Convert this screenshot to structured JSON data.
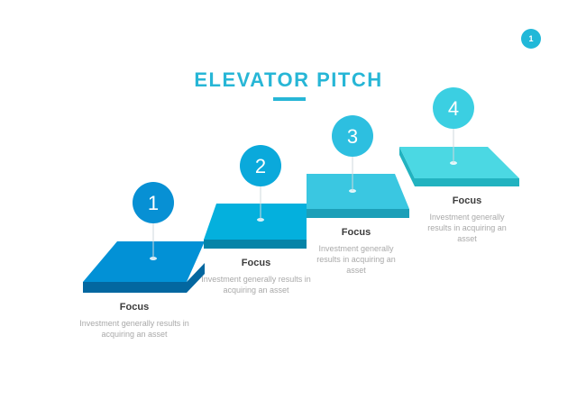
{
  "page_number": "1",
  "title": "ELEVATOR PITCH",
  "steps": [
    {
      "number": "1",
      "heading": "Focus",
      "description": "Investment generally results in acquiring an asset",
      "top_color": "#0291d6",
      "side_color": "#0367a0",
      "pin_color": "#0790d4"
    },
    {
      "number": "2",
      "heading": "Focus",
      "description": "Investment generally results in acquiring an asset",
      "top_color": "#04b0dd",
      "side_color": "#0584a8",
      "pin_color": "#0aa9db"
    },
    {
      "number": "3",
      "heading": "Focus",
      "description": "Investment generally results in acquiring an asset",
      "top_color": "#3ac7e1",
      "side_color": "#1c9fb8",
      "pin_color": "#2dbfe0"
    },
    {
      "number": "4",
      "heading": "Focus",
      "description": "Investment generally results in acquiring an asset",
      "top_color": "#4bd8e3",
      "side_color": "#22b3c0",
      "pin_color": "#3bcfe2"
    }
  ]
}
